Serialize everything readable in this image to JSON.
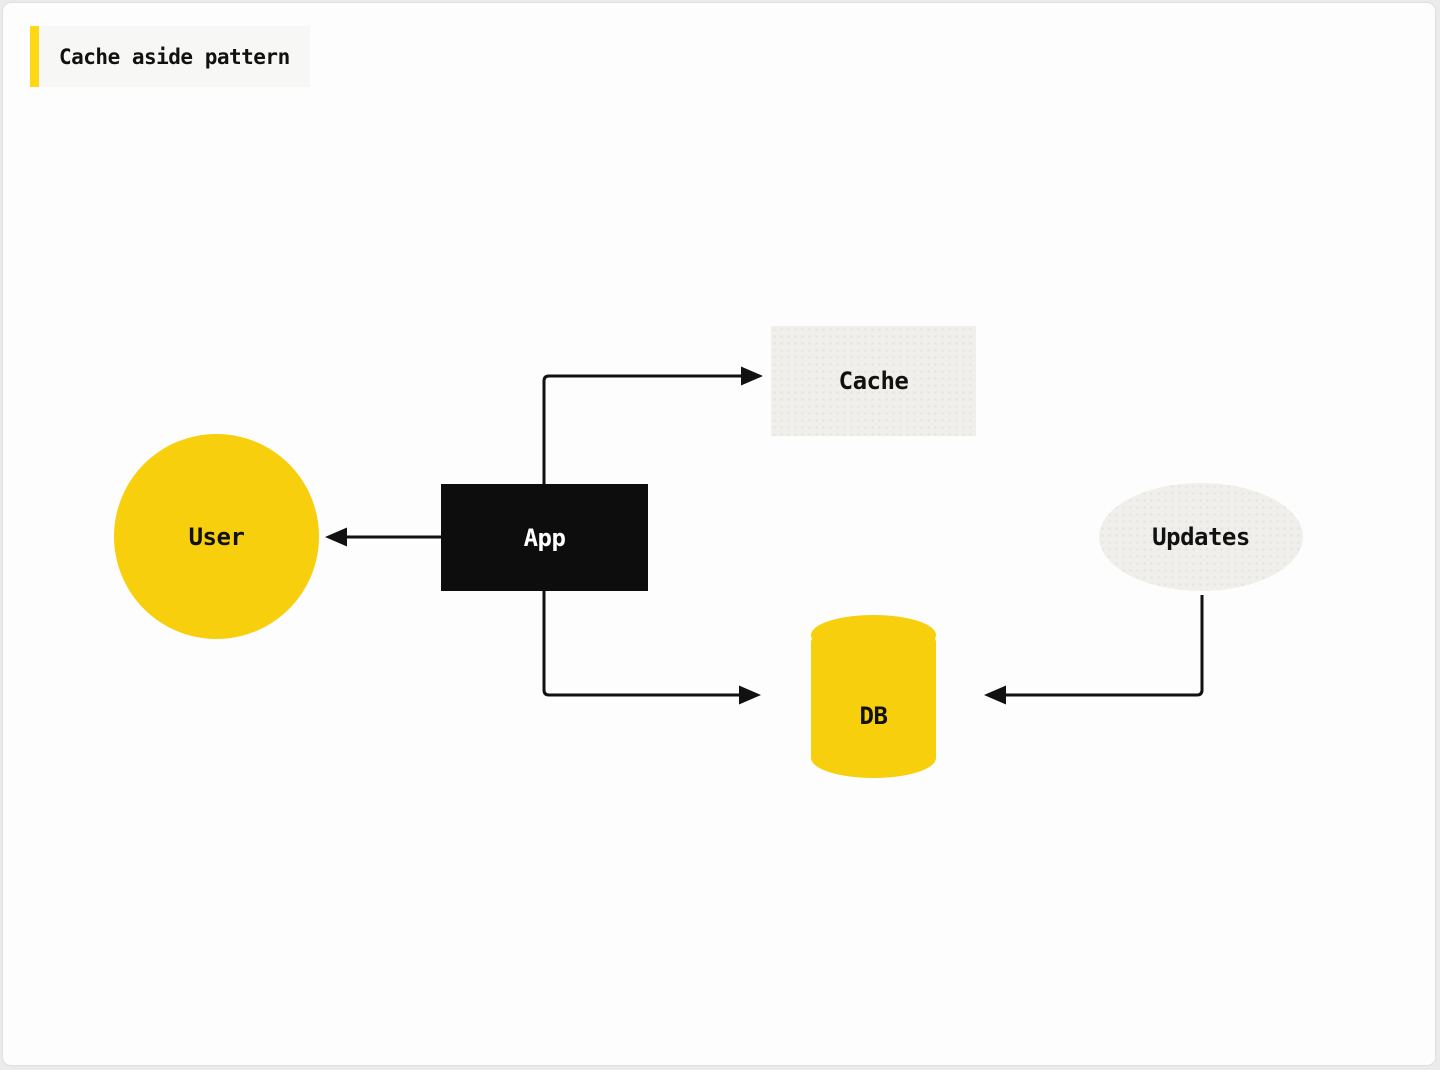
{
  "title": "Cache aside pattern",
  "diagram_type": "flow-diagram",
  "colors": {
    "accent_yellow": "#FFD814",
    "node_yellow": "#F7CF0D",
    "node_black": "#0D0D0D",
    "panel_gray": "#F0EFEC",
    "panel_dot_gray": "#E3E2DE",
    "title_box_bg": "#F7F7F5",
    "line_black": "#111111",
    "canvas_bg": "#FDFDFD"
  },
  "nodes": {
    "user": {
      "label": "User",
      "shape": "circle"
    },
    "app": {
      "label": "App",
      "shape": "rectangle"
    },
    "cache": {
      "label": "Cache",
      "shape": "rectangle"
    },
    "db": {
      "label": "DB",
      "shape": "cylinder"
    },
    "updates": {
      "label": "Updates",
      "shape": "ellipse"
    }
  },
  "edges": [
    {
      "from": "App",
      "to": "User"
    },
    {
      "from": "App",
      "to": "Cache"
    },
    {
      "from": "App",
      "to": "DB"
    },
    {
      "from": "Updates",
      "to": "DB"
    }
  ]
}
